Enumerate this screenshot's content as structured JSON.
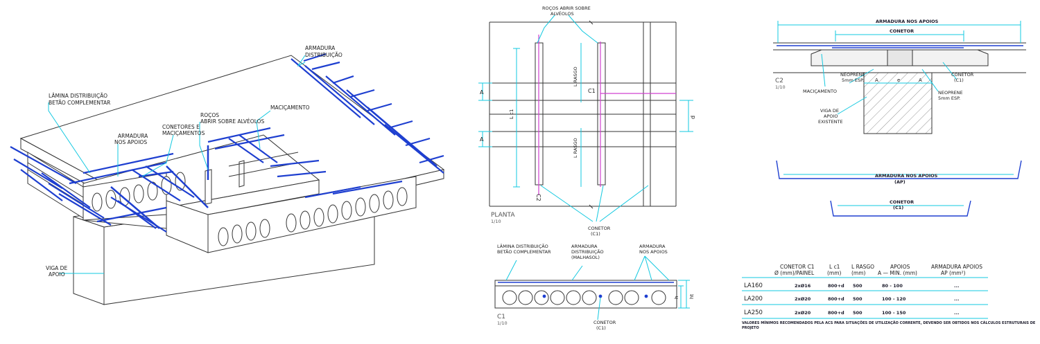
{
  "iso": {
    "lamina": [
      "LÂMINA DISTRIBUIÇÃO",
      "BETÃO COMPLEMENTAR"
    ],
    "armadura_dist": [
      "ARMADURA",
      "DISTRIBUIÇÃO"
    ],
    "armadura_apoios": [
      "ARMADURA",
      "NOS APOIOS"
    ],
    "conetores": [
      "CONETORES E",
      "MACIÇAMENTOS"
    ],
    "rocos": [
      "ROÇOS",
      "ABRIR SOBRE ALVÉOLOS"
    ],
    "macicamento": "MACIÇAMENTO",
    "viga": [
      "VIGA DE",
      "APOIO"
    ]
  },
  "plan": {
    "rocos": [
      "ROÇOS ABRIR SOBRE",
      "ALVÉOLOS"
    ],
    "a_top": "A",
    "a_bot": "A",
    "lrasgo_top": "L RASGO",
    "lrasgo_bot": "L RASGO",
    "lc1": "L c1",
    "c1": "C1",
    "c2": "C2",
    "d": "d",
    "title": "PLANTA",
    "scale": "1/10",
    "conetor": [
      "CONETOR",
      "(C1)"
    ]
  },
  "section": {
    "lamina": [
      "LÂMINA DISTRIBUIÇÃO",
      "BETÃO COMPLEMENTAR"
    ],
    "armadura_dist": [
      "ARMADURA",
      "DISTRIBUIÇÃO",
      "(MALHASOL)"
    ],
    "armadura_apoios": [
      "ARMADURA",
      "NOS APOIOS"
    ],
    "h": "h",
    "ht": "ht",
    "title": "C1",
    "scale": "1/10",
    "conetor": [
      "CONETOR",
      "(C1)"
    ]
  },
  "c2": {
    "armadura": "ARMADURA NOS APOIOS",
    "conetor": "CONETOR",
    "neoprene_l": [
      "NEOPRENE",
      "5mm ESP."
    ],
    "neoprene_r": [
      "NEOPRENE",
      "5mm ESP."
    ],
    "conetor_c1": [
      "CONETOR",
      "(C1)"
    ],
    "macicamento": "MACIÇAMENTO",
    "viga": [
      "VIGA DE",
      "APOIO",
      "EXISTENTE"
    ],
    "a1": "A",
    "e": "e",
    "a2": "A",
    "title": "C2",
    "scale": "1/10"
  },
  "bars": {
    "ap": [
      "ARMADURA NOS APOIOS",
      "(AP)"
    ],
    "c1": [
      "CONETOR",
      "(C1)"
    ]
  },
  "table": {
    "headers": {
      "conetor": [
        "CONETOR C1",
        "Ø (mm)/PAINEL"
      ],
      "lc1": [
        "L c1",
        "(mm)"
      ],
      "lrasgo": [
        "L RASGO",
        "(mm)"
      ],
      "apoios": [
        "APOIOS",
        "A — MIN. (mm)"
      ],
      "armadura": [
        "ARMADURA APOIOS",
        "AP (mm²)"
      ]
    },
    "rows": [
      {
        "label": "LA160",
        "conetor": "2xØ16",
        "lc1": "800+d",
        "lrasgo": "500",
        "apoios": "80 - 100",
        "armadura": "..."
      },
      {
        "label": "LA200",
        "conetor": "2xØ20",
        "lc1": "800+d",
        "lrasgo": "500",
        "apoios": "100 - 120",
        "armadura": "..."
      },
      {
        "label": "LA250",
        "conetor": "2xØ20",
        "lc1": "800+d",
        "lrasgo": "500",
        "apoios": "100 - 150",
        "armadura": "..."
      }
    ],
    "note": [
      "VALORES MÍNIMOS RECOMENDADOS PELA ACS PARA SITUAÇÕES DE UTILIZAÇÃO CORRENTE, DEVENDO SER OBTIDOS NOS CÁLCULOS ESTRUTURAIS DE",
      "PROJETO"
    ]
  },
  "colors": {
    "cyan": "#12c8e0",
    "blue": "#1e3fd0",
    "magenta": "#d040d0",
    "line": "#333333"
  }
}
